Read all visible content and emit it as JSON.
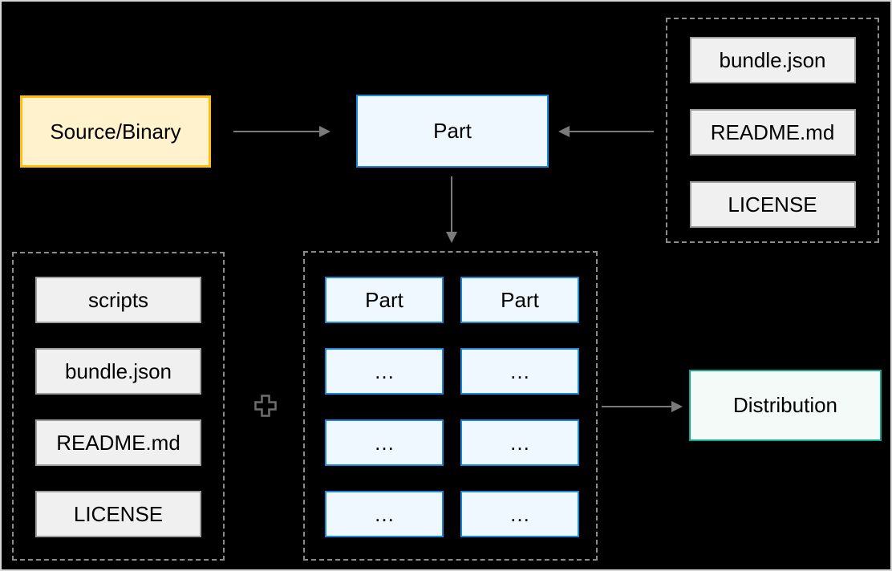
{
  "colors": {
    "canvas_bg": "#000000",
    "frame_border": "#D6D6D6",
    "text_color": "#000000",
    "yellow_fill": "#FFF2CC",
    "yellow_border": "#FFC000",
    "blue_fill": "#F0F8FF",
    "blue_border": "#1E88D8",
    "gray_fill": "#F0F0F0",
    "gray_border": "#9E9E9E",
    "green_fill": "#F3FAF7",
    "green_border": "#10A98C",
    "dash_border": "#8C8C8C",
    "arrow_color": "#7A7A7A",
    "plus_icon_color": "#6E6E6E"
  },
  "nodes": {
    "source": {
      "label": "Source/Binary"
    },
    "part": {
      "label": "Part"
    },
    "distribution": {
      "label": "Distribution"
    }
  },
  "right_group": {
    "items": [
      {
        "label": "bundle.json"
      },
      {
        "label": "README.md"
      },
      {
        "label": "LICENSE"
      }
    ]
  },
  "left_group": {
    "items": [
      {
        "label": "scripts"
      },
      {
        "label": "bundle.json"
      },
      {
        "label": "README.md"
      },
      {
        "label": "LICENSE"
      }
    ]
  },
  "parts_grid": {
    "rows": [
      [
        {
          "label": "Part"
        },
        {
          "label": "Part"
        }
      ],
      [
        {
          "label": "…"
        },
        {
          "label": "…"
        }
      ],
      [
        {
          "label": "…"
        },
        {
          "label": "…"
        }
      ],
      [
        {
          "label": "…"
        },
        {
          "label": "…"
        }
      ]
    ]
  },
  "icons": {
    "plus": "plus-icon"
  }
}
